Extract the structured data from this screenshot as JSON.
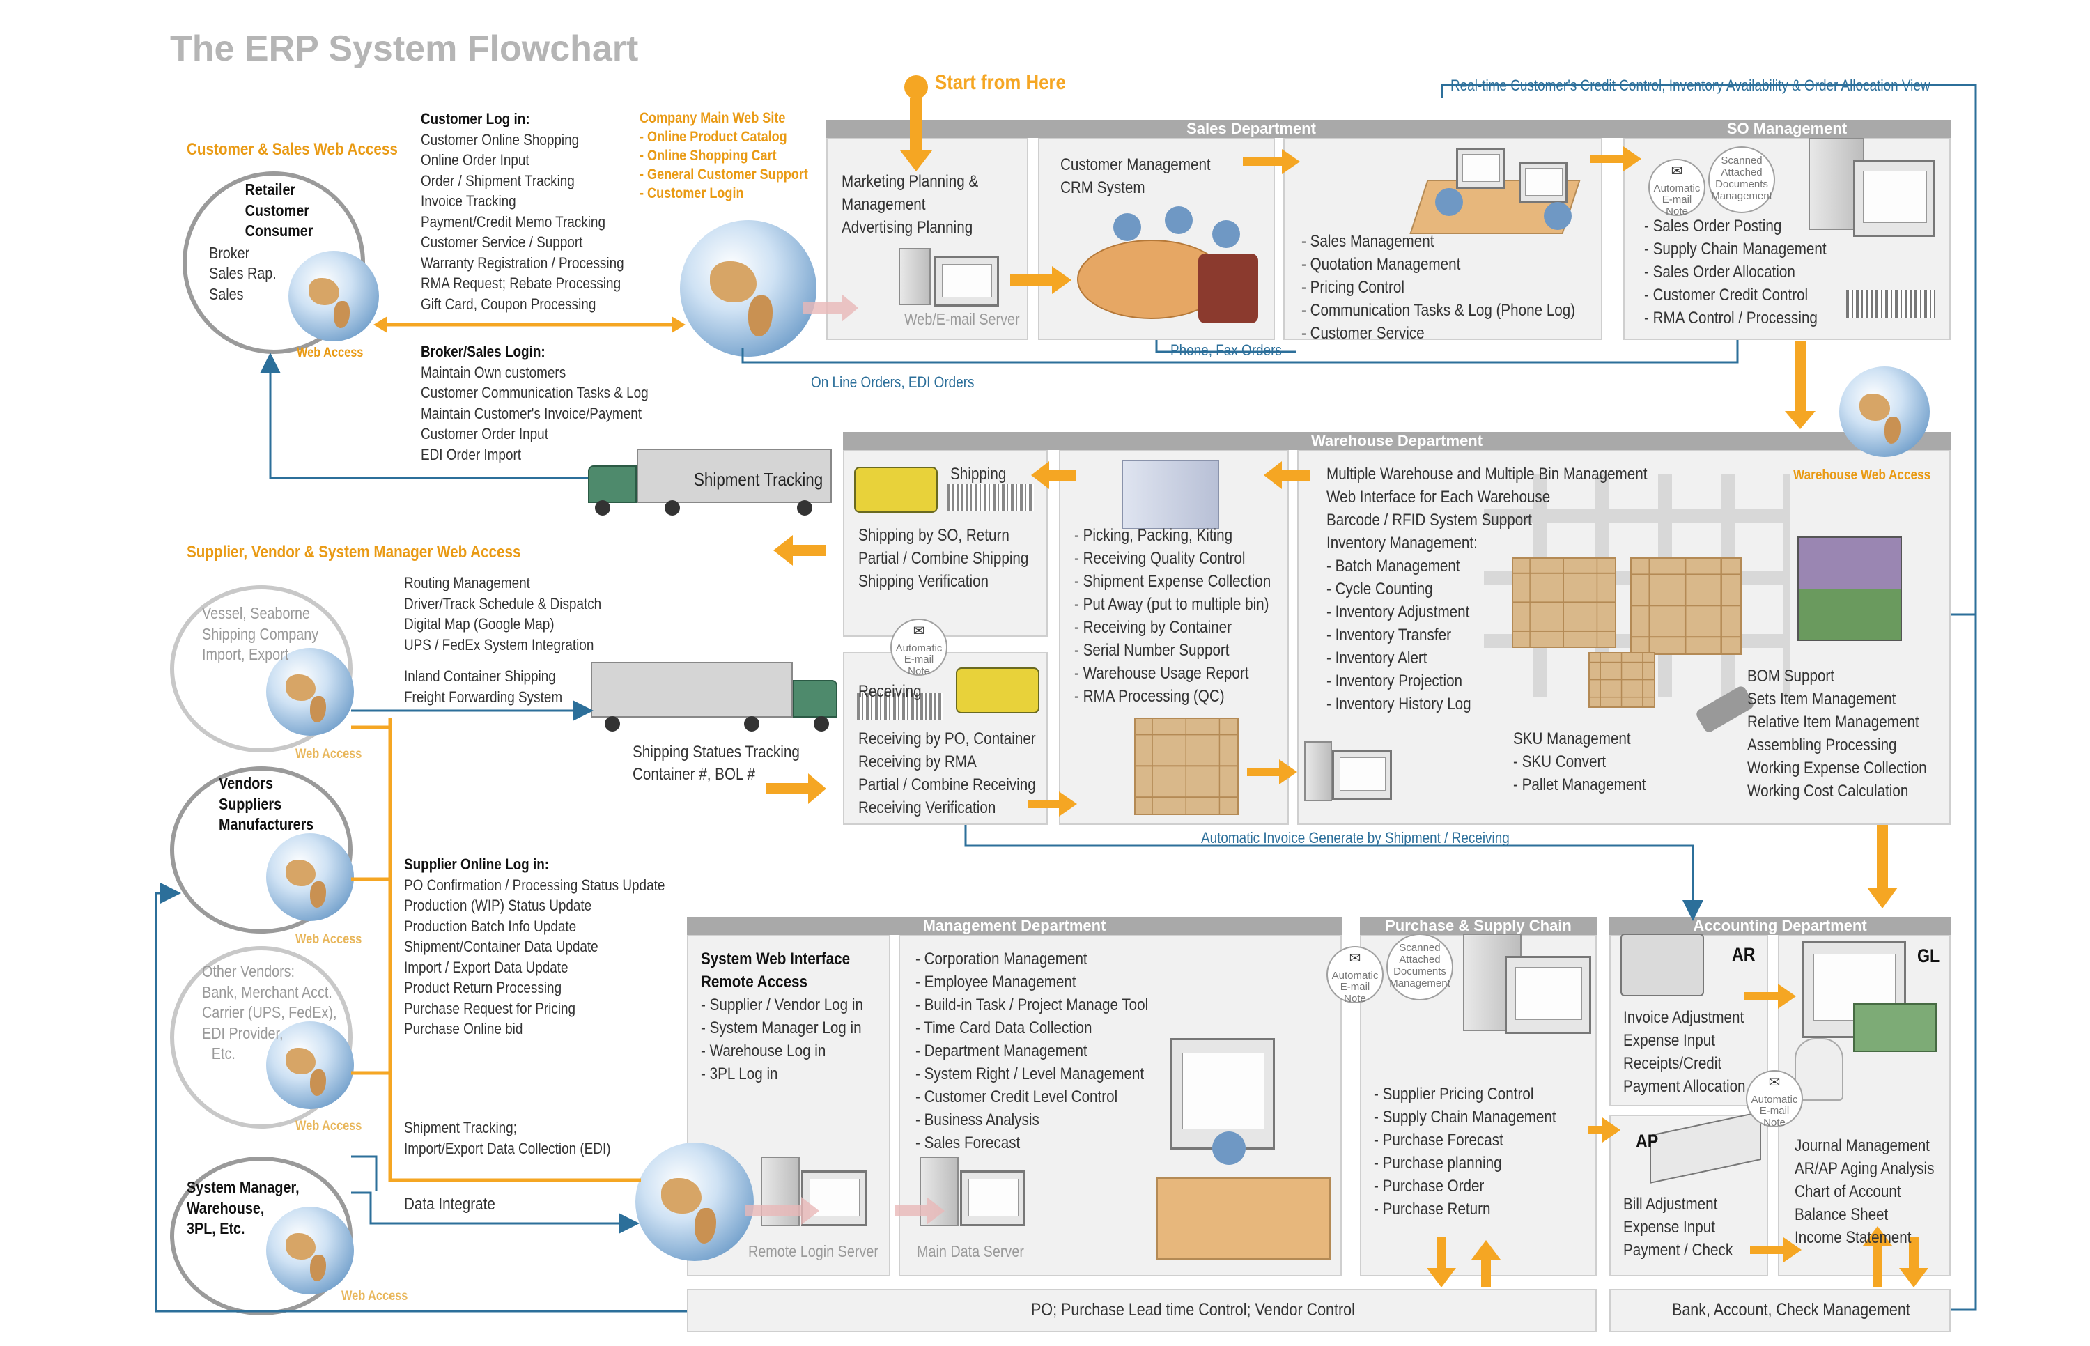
{
  "title": "The ERP System Flowchart",
  "start": "Start from Here",
  "customer_web_access": "Customer & Sales Web Access",
  "retailer_circle": {
    "bold": [
      "Retailer",
      "Customer",
      "Consumer"
    ],
    "plain": [
      "Broker",
      "Sales Rap.",
      "Sales"
    ]
  },
  "web_access": "Web Access",
  "customer_login": {
    "title": "Customer Log in:",
    "items": [
      "Customer Online Shopping",
      "Online Order Input",
      "Order / Shipment Tracking",
      "Invoice Tracking",
      "Payment/Credit Memo Tracking",
      "Customer Service / Support",
      "Warranty Registration / Processing",
      "RMA Request; Rebate Processing",
      "Gift Card, Coupon Processing"
    ]
  },
  "broker_login": {
    "title": "Broker/Sales Login:",
    "items": [
      "Maintain Own customers",
      "Customer Communication Tasks & Log",
      "Maintain Customer's Invoice/Payment",
      "Customer Order Input",
      "EDI Order Import"
    ]
  },
  "company_web": {
    "title": "Company Main Web Site",
    "items": [
      "- Online Product Catalog",
      "- Online Shopping Cart",
      "- General Customer Support",
      "- Customer Login"
    ]
  },
  "realtime_label": "Real-time Customer's Credit Control, Inventory Availability & Order Allocation View",
  "online_orders": "On Line Orders, EDI Orders",
  "phone_fax": "Phone, Fax Orders",
  "sales_dept": {
    "band": "Sales Department",
    "marketing": [
      "Marketing Planning &",
      "Management",
      "Advertising Planning"
    ],
    "web_email_server": "Web/E-mail Server",
    "crm": [
      "Customer Management",
      "CRM System"
    ],
    "items": [
      "- Sales Management",
      "- Quotation Management",
      "- Pricing Control",
      "- Communication Tasks & Log (Phone Log)",
      "- Customer Service"
    ]
  },
  "so_mgmt": {
    "band": "SO Management",
    "items": [
      "- Sales Order Posting",
      "- Supply Chain Management",
      "- Sales Order Allocation",
      "- Customer Credit Control",
      "- RMA Control / Processing"
    ]
  },
  "badge_email": [
    "Automatic",
    "E-mail Note"
  ],
  "badge_docs": [
    "Scanned",
    "Attached",
    "Documents",
    "Management"
  ],
  "shipment_tracking": "Shipment Tracking",
  "warehouse_dept": {
    "band": "Warehouse Department",
    "web_access": "Warehouse Web Access",
    "shipping_title": "Shipping",
    "shipping": [
      "Shipping by SO, Return",
      "Partial / Combine Shipping",
      "Shipping Verification"
    ],
    "receiving_title": "Receiving",
    "receiving": [
      "Receiving by PO, Container",
      "Receiving by RMA",
      "Partial / Combine Receiving",
      "Receiving Verification"
    ],
    "picking": [
      "- Picking, Packing, Kiting",
      "- Receiving Quality Control",
      "- Shipment Expense Collection",
      "- Put Away (put to multiple bin)",
      "- Receiving by Container",
      "- Serial Number Support",
      "- Warehouse Usage Report",
      "- RMA Processing (QC)"
    ],
    "multi": [
      "Multiple Warehouse and Multiple Bin Management",
      "Web Interface for Each Warehouse",
      "Barcode / RFID System Support",
      "Inventory Management:",
      "- Batch Management",
      "- Cycle Counting",
      "- Inventory Adjustment",
      "- Inventory Transfer",
      "- Inventory Alert",
      "- Inventory Projection",
      "- Inventory History Log"
    ],
    "sku": [
      "SKU Management",
      "- SKU Convert",
      "- Pallet Management"
    ],
    "bom": [
      "BOM Support",
      "Sets Item Management",
      "Relative Item Management",
      "Assembling Processing",
      "Working Expense Collection",
      "Working Cost Calculation"
    ]
  },
  "auto_invoice": "Automatic Invoice Generate by Shipment / Receiving",
  "supplier_web_access": "Supplier, Vendor & System Manager Web Access",
  "vessel_circle": [
    "Vessel, Seaborne",
    "Shipping Company",
    "Import, Export"
  ],
  "routing": [
    "Routing Management",
    "Driver/Track Schedule & Dispatch",
    "Digital Map (Google Map)",
    "UPS / FedEx System Integration"
  ],
  "inland": [
    "Inland Container Shipping",
    "Freight Forwarding System"
  ],
  "shipping_status": [
    "Shipping Statues Tracking",
    "Container #, BOL #"
  ],
  "vendors_circle": [
    "Vendors",
    "Suppliers",
    "Manufacturers"
  ],
  "supplier_login": {
    "title": "Supplier Online Log in:",
    "items": [
      "PO Confirmation / Processing Status Update",
      "Production (WIP) Status Update",
      "Production Batch Info Update",
      "Shipment/Container Data Update",
      "Import / Export Data Update",
      "Product Return Processing",
      "Purchase Request for Pricing",
      "Purchase Online bid"
    ]
  },
  "other_vendors": [
    "Other Vendors:",
    "Bank, Merchant Acct.",
    "Carrier (UPS, FedEx),",
    "EDI Provider,",
    "Etc."
  ],
  "shipment_tracking_edi": [
    "Shipment Tracking;",
    "Import/Export Data Collection (EDI)"
  ],
  "system_manager": [
    "System Manager,",
    "Warehouse,",
    "3PL, Etc."
  ],
  "data_integrate": "Data Integrate",
  "mgmt_dept": {
    "band": "Management Department",
    "swi_title": [
      "System Web Interface",
      "Remote Access"
    ],
    "swi": [
      "- Supplier / Vendor Log in",
      "- System Manager Log in",
      "- Warehouse Log in",
      "- 3PL Log in"
    ],
    "remote_server": "Remote Login Server",
    "main_server": "Main Data Server",
    "items": [
      "- Corporation Management",
      "- Employee Management",
      "- Build-in Task / Project Manage Tool",
      "- Time Card Data Collection",
      "- Department Management",
      "- System Right / Level Management",
      "- Customer Credit Level Control",
      "- Business Analysis",
      "- Sales Forecast"
    ]
  },
  "purchase": {
    "band": "Purchase & Supply Chain",
    "items": [
      "- Supplier Pricing Control",
      "- Supply Chain Management",
      "- Purchase Forecast",
      "- Purchase planning",
      "- Purchase Order",
      "- Purchase Return"
    ]
  },
  "accounting": {
    "band": "Accounting Department",
    "ar": "AR",
    "ar_items": [
      "Invoice Adjustment",
      "Expense Input",
      "Receipts/Credit",
      "Payment Allocation"
    ],
    "ap": "AP",
    "ap_items": [
      "Bill Adjustment",
      "Expense Input",
      "Payment / Check"
    ],
    "gl": "GL",
    "gl_items": [
      "Journal Management",
      "AR/AP Aging Analysis",
      "Chart of Account",
      "Balance Sheet",
      "Income Statement"
    ]
  },
  "po_bar": "PO; Purchase Lead time Control; Vendor Control",
  "bank_bar": "Bank, Account, Check Management",
  "colors": {
    "orange": "#f5a623",
    "blue": "#2c6f9a",
    "band": "#a9a9a9",
    "panel": "#f1f1f1"
  }
}
